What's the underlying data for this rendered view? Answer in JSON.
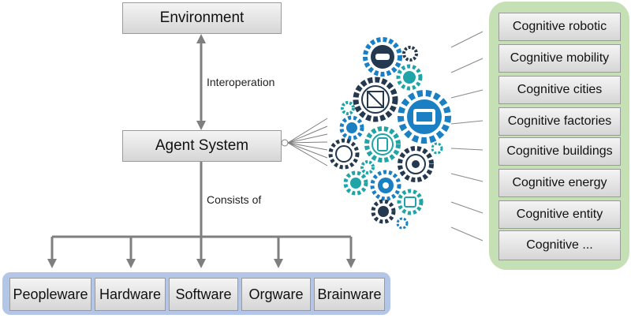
{
  "nodes": {
    "environment": "Environment",
    "agent_system": "Agent System"
  },
  "edges": {
    "interoperation": "Interoperation",
    "consists_of": "Consists of"
  },
  "components": [
    "Peopleware",
    "Hardware",
    "Software",
    "Orgware",
    "Brainware"
  ],
  "cognitive_items": [
    "Cognitive robotic",
    "Cognitive mobility",
    "Cognitive cities",
    "Cognitive factories",
    "Cognitive buildings",
    "Cognitive energy",
    "Cognitive entity",
    "Cognitive ..."
  ],
  "colors": {
    "components_panel": "#b4c6e7",
    "cognitive_panel": "#c5e0b4",
    "gear_dark": "#24384f",
    "gear_teal": "#1fa5a8",
    "gear_blue": "#1b7fc4"
  }
}
